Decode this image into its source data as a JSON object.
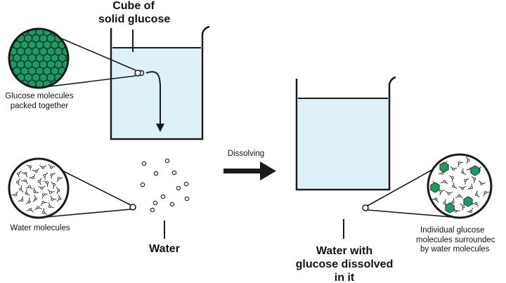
{
  "labels": {
    "cube_line1": "Cube of",
    "cube_line2": "solid glucose",
    "glucose_packed_line1": "Glucose molecules",
    "glucose_packed_line2": "packed together",
    "water_molecules": "Water molecules",
    "water": "Water",
    "dissolving": "Dissolving",
    "solution_line1": "Water with",
    "solution_line2": "glucose dissolved",
    "solution_line3": "in it",
    "individual_line1": "Individual glucose",
    "individual_line2": "molecules surroundec",
    "individual_line3": "by water molecules"
  },
  "colors": {
    "glucose_green": "#1f9a64",
    "water_blue": "#dff1f8",
    "outline": "#1a1a1a"
  }
}
